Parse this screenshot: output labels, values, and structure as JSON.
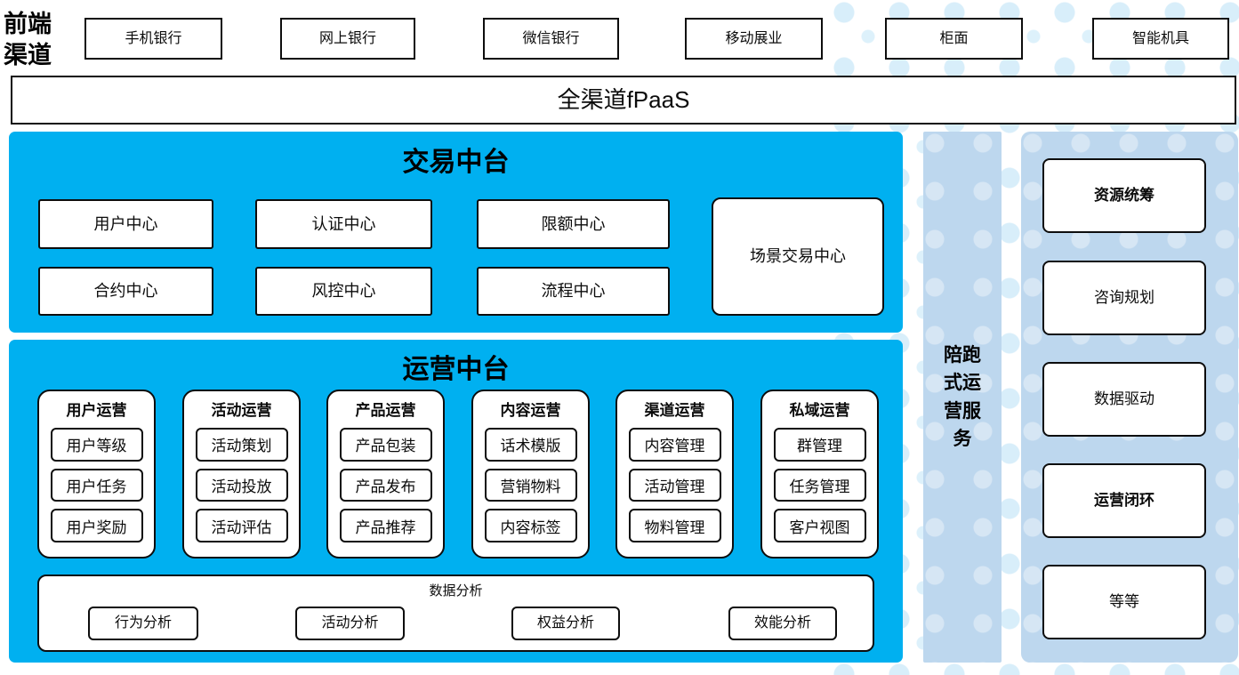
{
  "colors": {
    "platform_blue": "#00b0f0",
    "side_light_blue": "#bdd7ee",
    "dot_blue": "#d8eefa",
    "box_border": "#0d0d0d"
  },
  "front_channels": {
    "label": "前端渠道",
    "items": [
      "手机银行",
      "网上银行",
      "微信银行",
      "移动展业",
      "柜面",
      "智能机具"
    ]
  },
  "fpaas": {
    "label": "全渠道fPaaS"
  },
  "trade_platform": {
    "title": "交易中台",
    "row1": [
      "用户中心",
      "认证中心",
      "限额中心"
    ],
    "row2": [
      "合约中心",
      "风控中心",
      "流程中心"
    ],
    "scene_center": "场景交易中心"
  },
  "ops_platform": {
    "title": "运营中台",
    "columns": [
      {
        "title": "用户运营",
        "items": [
          "用户等级",
          "用户任务",
          "用户奖励"
        ]
      },
      {
        "title": "活动运营",
        "items": [
          "活动策划",
          "活动投放",
          "活动评估"
        ]
      },
      {
        "title": "产品运营",
        "items": [
          "产品包装",
          "产品发布",
          "产品推荐"
        ]
      },
      {
        "title": "内容运营",
        "items": [
          "话术模版",
          "营销物料",
          "内容标签"
        ]
      },
      {
        "title": "渠道运营",
        "items": [
          "内容管理",
          "活动管理",
          "物料管理"
        ]
      },
      {
        "title": "私域运营",
        "items": [
          "群管理",
          "任务管理",
          "客户视图"
        ]
      }
    ],
    "analysis": {
      "title": "数据分析",
      "items": [
        "行为分析",
        "活动分析",
        "权益分析",
        "效能分析"
      ]
    }
  },
  "side_service": {
    "label": "陪跑式运营服务"
  },
  "right_panel": {
    "items": [
      {
        "label": "资源统筹",
        "bold": true
      },
      {
        "label": "咨询规划",
        "bold": false
      },
      {
        "label": "数据驱动",
        "bold": false
      },
      {
        "label": "运营闭环",
        "bold": true
      },
      {
        "label": "等等",
        "bold": false
      }
    ]
  }
}
